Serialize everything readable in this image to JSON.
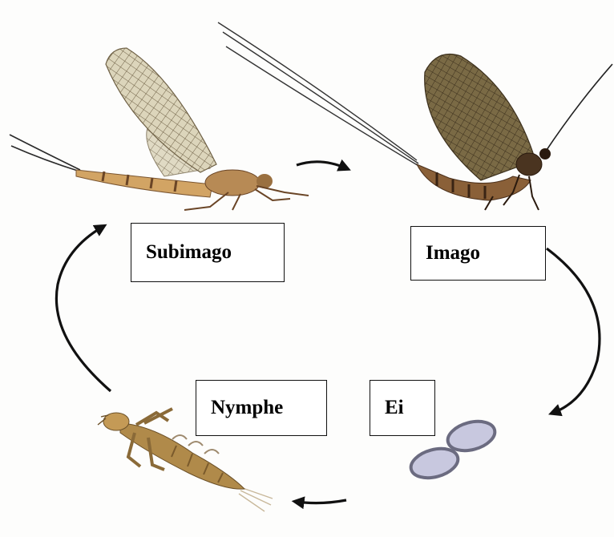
{
  "diagram": {
    "stages": {
      "subimago": "Subimago",
      "imago": "Imago",
      "nymphe": "Nymphe",
      "ei": "Ei"
    },
    "colors": {
      "arrow": "#111111",
      "egg_fill": "#c8c8df",
      "egg_rim": "#6b6b80",
      "wing_light": "#d9d2b8",
      "wing_dark": "#5a4a2c",
      "body_light": "#c99a55",
      "body_dark": "#5a3a22",
      "nymph": "#b08a4a"
    },
    "icons": [
      "subimago-mayfly-illustration",
      "imago-mayfly-illustration",
      "nymph-illustration",
      "egg-illustration",
      "cycle-arrow"
    ]
  }
}
